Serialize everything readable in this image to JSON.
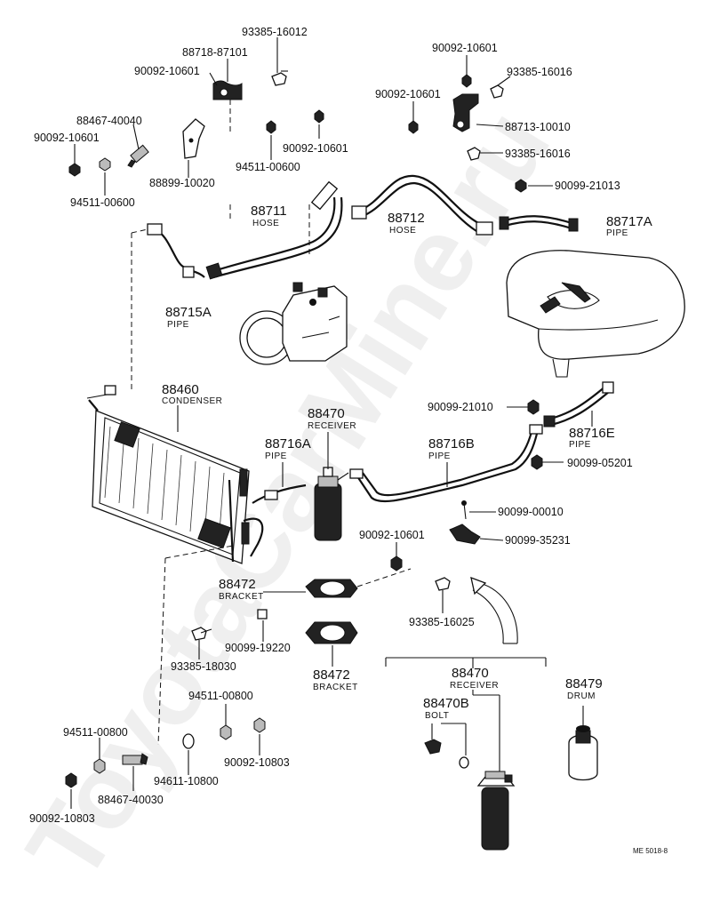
{
  "watermark": "ToyotaCarMine.ru",
  "footer_code": "ME 5018-8",
  "labels": {
    "p93385_16012": "93385-16012",
    "p88718_87101": "88718-87101",
    "p90092_10601_a": "90092-10601",
    "p88467_40040": "88467-40040",
    "p90092_10601_b": "90092-10601",
    "p94511_00600_a": "94511-00600",
    "p88899_10020": "88899-10020",
    "p94511_00600_b": "94511-00600",
    "p90092_10601_c": "90092-10601",
    "p90092_10601_d": "90092-10601",
    "p90092_10601_e": "90092-10601",
    "p93385_16016_a": "93385-16016",
    "p88713_10010": "88713-10010",
    "p93385_16016_b": "93385-16016",
    "p90099_21013": "90099-21013",
    "p88711": "88711",
    "p88711_sub": "HOSE",
    "p88712": "88712",
    "p88712_sub": "HOSE",
    "p88717a": "88717A",
    "p88717a_sub": "PIPE",
    "p88715a": "88715A",
    "p88715a_sub": "PIPE",
    "p88460": "88460",
    "p88460_sub": "CONDENSER",
    "p88470_top": "88470",
    "p88470_top_sub": "RECEIVER",
    "p90099_21010": "90099-21010",
    "p88716e": "88716E",
    "p88716e_sub": "PIPE",
    "p88716a": "88716A",
    "p88716a_sub": "PIPE",
    "p88716b": "88716B",
    "p88716b_sub": "PIPE",
    "p90099_05201": "90099-05201",
    "p90099_00010": "90099-00010",
    "p90092_10601_f": "90092-10601",
    "p90099_35231": "90099-35231",
    "p88472_a": "88472",
    "p88472_a_sub": "BRACKET",
    "p93385_16025": "93385-16025",
    "p90099_19220": "90099-19220",
    "p93385_18030": "93385-18030",
    "p88472_b": "88472",
    "p88472_b_sub": "BRACKET",
    "p88470_bot": "88470",
    "p88470_bot_sub": "RECEIVER",
    "p88479": "88479",
    "p88479_sub": "DRUM",
    "p88470b": "88470B",
    "p88470b_sub": "BOLT",
    "p94511_00800_a": "94511-00800",
    "p94511_00800_b": "94511-00800",
    "p90092_10803_a": "90092-10803",
    "p94611_10800": "94611-10800",
    "p88467_40030": "88467-40030",
    "p90092_10803_b": "90092-10803"
  }
}
